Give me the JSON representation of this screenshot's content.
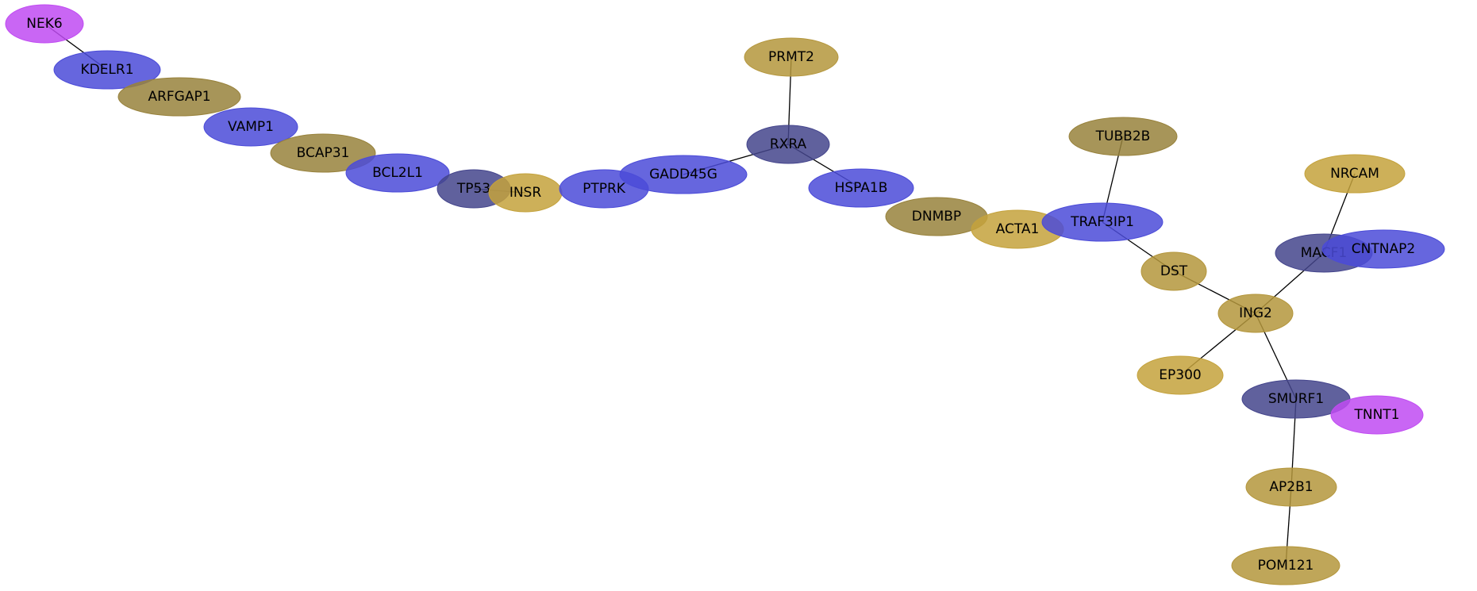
{
  "palette": {
    "blue": "#4b4bd8",
    "slate": "#44458c",
    "gold": "#b4963c",
    "goldLight": "#c4a23c",
    "olive": "#98823c",
    "magenta": "#c04bf2"
  },
  "nodes": [
    {
      "id": "NEK6",
      "label": "NEK6",
      "color": "magenta"
    },
    {
      "id": "KDELR1",
      "label": "KDELR1",
      "color": "blue"
    },
    {
      "id": "ARFGAP1",
      "label": "ARFGAP1",
      "color": "olive"
    },
    {
      "id": "VAMP1",
      "label": "VAMP1",
      "color": "blue"
    },
    {
      "id": "BCAP31",
      "label": "BCAP31",
      "color": "olive"
    },
    {
      "id": "BCL2L1",
      "label": "BCL2L1",
      "color": "blue"
    },
    {
      "id": "TP53",
      "label": "TP53",
      "color": "slate"
    },
    {
      "id": "INSR",
      "label": "INSR",
      "color": "goldLight"
    },
    {
      "id": "PTPRK",
      "label": "PTPRK",
      "color": "blue"
    },
    {
      "id": "GADD45G",
      "label": "GADD45G",
      "color": "blue"
    },
    {
      "id": "PRMT2",
      "label": "PRMT2",
      "color": "gold"
    },
    {
      "id": "RXRA",
      "label": "RXRA",
      "color": "slate"
    },
    {
      "id": "HSPA1B",
      "label": "HSPA1B",
      "color": "blue"
    },
    {
      "id": "DNMBP",
      "label": "DNMBP",
      "color": "olive"
    },
    {
      "id": "ACTA1",
      "label": "ACTA1",
      "color": "goldLight"
    },
    {
      "id": "TUBB2B",
      "label": "TUBB2B",
      "color": "olive"
    },
    {
      "id": "TRAF3IP1",
      "label": "TRAF3IP1",
      "color": "blue"
    },
    {
      "id": "DST",
      "label": "DST",
      "color": "gold"
    },
    {
      "id": "NRCAM",
      "label": "NRCAM",
      "color": "goldLight"
    },
    {
      "id": "MACF1",
      "label": "MACF1",
      "color": "slate"
    },
    {
      "id": "CNTNAP2",
      "label": "CNTNAP2",
      "color": "blue"
    },
    {
      "id": "ING2",
      "label": "ING2",
      "color": "gold"
    },
    {
      "id": "EP300",
      "label": "EP300",
      "color": "goldLight"
    },
    {
      "id": "SMURF1",
      "label": "SMURF1",
      "color": "slate"
    },
    {
      "id": "TNNT1",
      "label": "TNNT1",
      "color": "magenta"
    },
    {
      "id": "AP2B1",
      "label": "AP2B1",
      "color": "gold"
    },
    {
      "id": "POM121",
      "label": "POM121",
      "color": "gold"
    }
  ],
  "edges": [
    [
      "NEK6",
      "KDELR1"
    ],
    [
      "TP53",
      "INSR"
    ],
    [
      "PRMT2",
      "RXRA"
    ],
    [
      "RXRA",
      "GADD45G"
    ],
    [
      "RXRA",
      "HSPA1B"
    ],
    [
      "TUBB2B",
      "TRAF3IP1"
    ],
    [
      "TRAF3IP1",
      "DST"
    ],
    [
      "DST",
      "ING2"
    ],
    [
      "NRCAM",
      "MACF1"
    ],
    [
      "MACF1",
      "ING2"
    ],
    [
      "ING2",
      "EP300"
    ],
    [
      "ING2",
      "SMURF1"
    ],
    [
      "SMURF1",
      "AP2B1"
    ],
    [
      "AP2B1",
      "POM121"
    ]
  ]
}
